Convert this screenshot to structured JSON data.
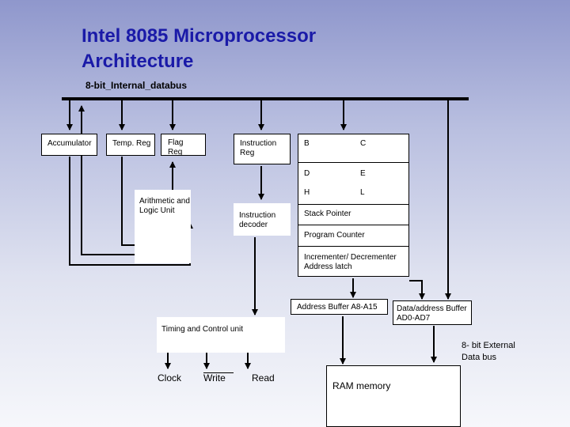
{
  "title": {
    "line1": "Intel 8085 Microprocessor",
    "line2": "Architecture"
  },
  "internal_bus": {
    "label": "8-bit_Internal_databus"
  },
  "blocks": {
    "accumulator": "Accumulator",
    "temp_reg": "Temp. Reg",
    "flag_reg": {
      "line1": "Flag",
      "line2": "Reg"
    },
    "instruction_reg": {
      "line1": "Instruction",
      "line2": "Reg"
    },
    "alu": {
      "line1": "Arithmetic and",
      "line2": "Logic Unit"
    },
    "instruction_decoder": {
      "line1": "Instruction",
      "line2": "decoder"
    },
    "registers": {
      "b": "B",
      "c": "C",
      "d": "D",
      "e": "E",
      "h": "H",
      "l": "L"
    },
    "stack_pointer": "Stack Pointer",
    "program_counter": "Program Counter",
    "incrementer": {
      "line1": "Incrementer/ Decrementer",
      "line2": "Address latch"
    },
    "address_buffer": "Address Buffer A8-A15",
    "data_address_buffer": {
      "line1": "Data/address Buffer",
      "line2": "AD0-AD7"
    },
    "timing_control": "Timing and Control unit",
    "external_bus": {
      "line1": "8- bit External",
      "line2": "Data bus"
    },
    "clock": "Clock",
    "write": "Write",
    "read": "Read",
    "ram": "RAM memory"
  }
}
